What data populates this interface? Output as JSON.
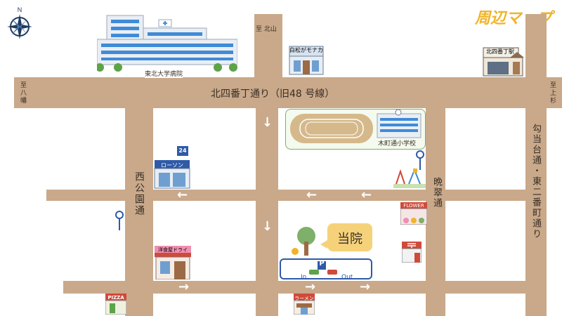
{
  "title": "周辺マップ",
  "streets": {
    "main_horizontal": "北四番丁通り（旧48 号線）",
    "west_vertical": "西公園通",
    "east_vertical": "勾当台通・東二番町通り",
    "middle_vertical": "晩翠通"
  },
  "directions": {
    "north_top": "至 北山",
    "west_left": "至八幡",
    "east_right": "至上杉"
  },
  "landmarks": {
    "hospital": "東北大学病院",
    "confectionery": "白松がモナカ",
    "station": "北四番丁駅",
    "school": "木町通小学校",
    "convenience_store": "ローソン",
    "convenience_store_badge": "24",
    "clinic": "当院",
    "dry_cleaner": "洋食屋ドライ",
    "pizza": "PIZZA",
    "ramen": "ラーメン",
    "flower_shop": "FLOWER"
  },
  "parking": {
    "symbol": "P",
    "in_label": "In",
    "out_label": "Out"
  },
  "icons": {
    "compass": "compass-rose-icon",
    "bus_stop": "bus-stop-icon",
    "post_office": "post-office-icon"
  },
  "colors": {
    "road": "#c9a98a",
    "title": "#f0b429",
    "clinic_bubble": "#f5d27a",
    "parking_box": "#2f5aa8"
  }
}
